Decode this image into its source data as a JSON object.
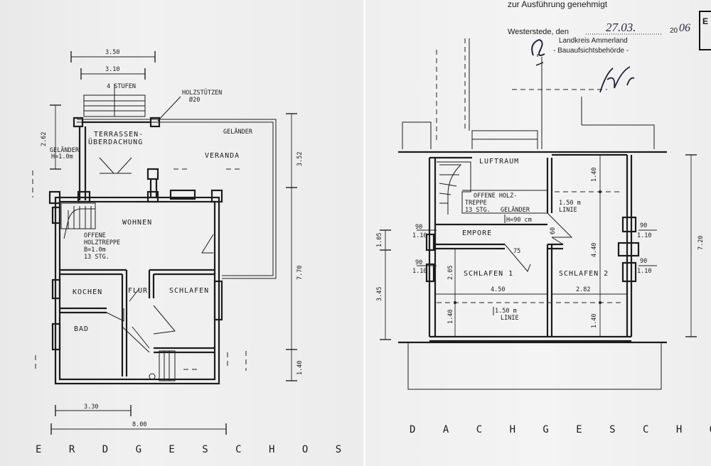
{
  "erdgeschoss": {
    "title": "E R D G E S C H O S S",
    "dims": {
      "top_350": "3.50",
      "top_310": "3.10",
      "left_262": "2.62",
      "right_352": "3.52",
      "right_770": "7.70",
      "right_140": "1.40",
      "bottom_330": "3.30",
      "bottom_800": "8.00"
    },
    "notes": {
      "stufen": "4 STUFEN",
      "holzstuetzen_1": "HOLZSTÜTZEN",
      "holzstuetzen_2": "Ø20",
      "gelaender_right": "GELÄNDER",
      "gelaender_left_1": "GELÄNDER",
      "gelaender_left_2": "H=1.0m",
      "treppe_1": "OFFENE",
      "treppe_2": "HOLZTREPPE",
      "treppe_3": "B=1.0m",
      "treppe_4": "13 STG."
    },
    "rooms": {
      "terrasse_1": "TERRASSEN-",
      "terrasse_2": "ÜBERDACHUNG",
      "veranda": "VERANDA",
      "wohnen": "WOHNEN",
      "kochen": "KOCHEN",
      "flur": "FLUR",
      "schlafen": "SCHLAFEN",
      "bad": "BAD"
    }
  },
  "dachgeschoss": {
    "title": "D A C H G E S C H O S S",
    "stamp": {
      "header": "zur Ausführung genehmigt",
      "place_label": "Westerstede, den",
      "date_day": "27.03.",
      "date_year": "20",
      "date_year_hand": "06",
      "authority_1": "Landkreis Ammerland",
      "authority_2": "- Bauaufsichtsbehörde -",
      "box_letter": "E"
    },
    "rooms": {
      "luftraum": "LUFTRAUM",
      "empore": "EMPORE",
      "schlafen1": "SCHLAFEN 1",
      "schlafen2": "SCHLAFEN 2"
    },
    "notes": {
      "treppe_1": "OFFENE HOLZ-",
      "treppe_2": "TREPPE",
      "treppe_3": "13 STG.",
      "treppe_gelaender": "GELÄNDER",
      "treppe_h": "H=90 cm",
      "linie_top_1": "1.50 m",
      "linie_top_2": "LINIE",
      "linie_bottom_1": "1.50 m",
      "linie_bottom_2": "LINIE"
    },
    "dims": {
      "d140_top": "1.40",
      "d440": "4.40",
      "d140_bottom": "1.40",
      "d720": "7.20",
      "d345": "3.45",
      "d105": "1.05",
      "w90_a": "90",
      "w110_a": "1.10",
      "w90_b": "90",
      "w110_b": "1.10",
      "w90_c": "90",
      "w110_c": "1.10",
      "w90_d": "90",
      "w110_d": "1.10",
      "d60": "60",
      "d75": "75",
      "d205": "2.05",
      "d140_left": "1.40",
      "d450": "4.50",
      "d282": "2.82"
    }
  }
}
